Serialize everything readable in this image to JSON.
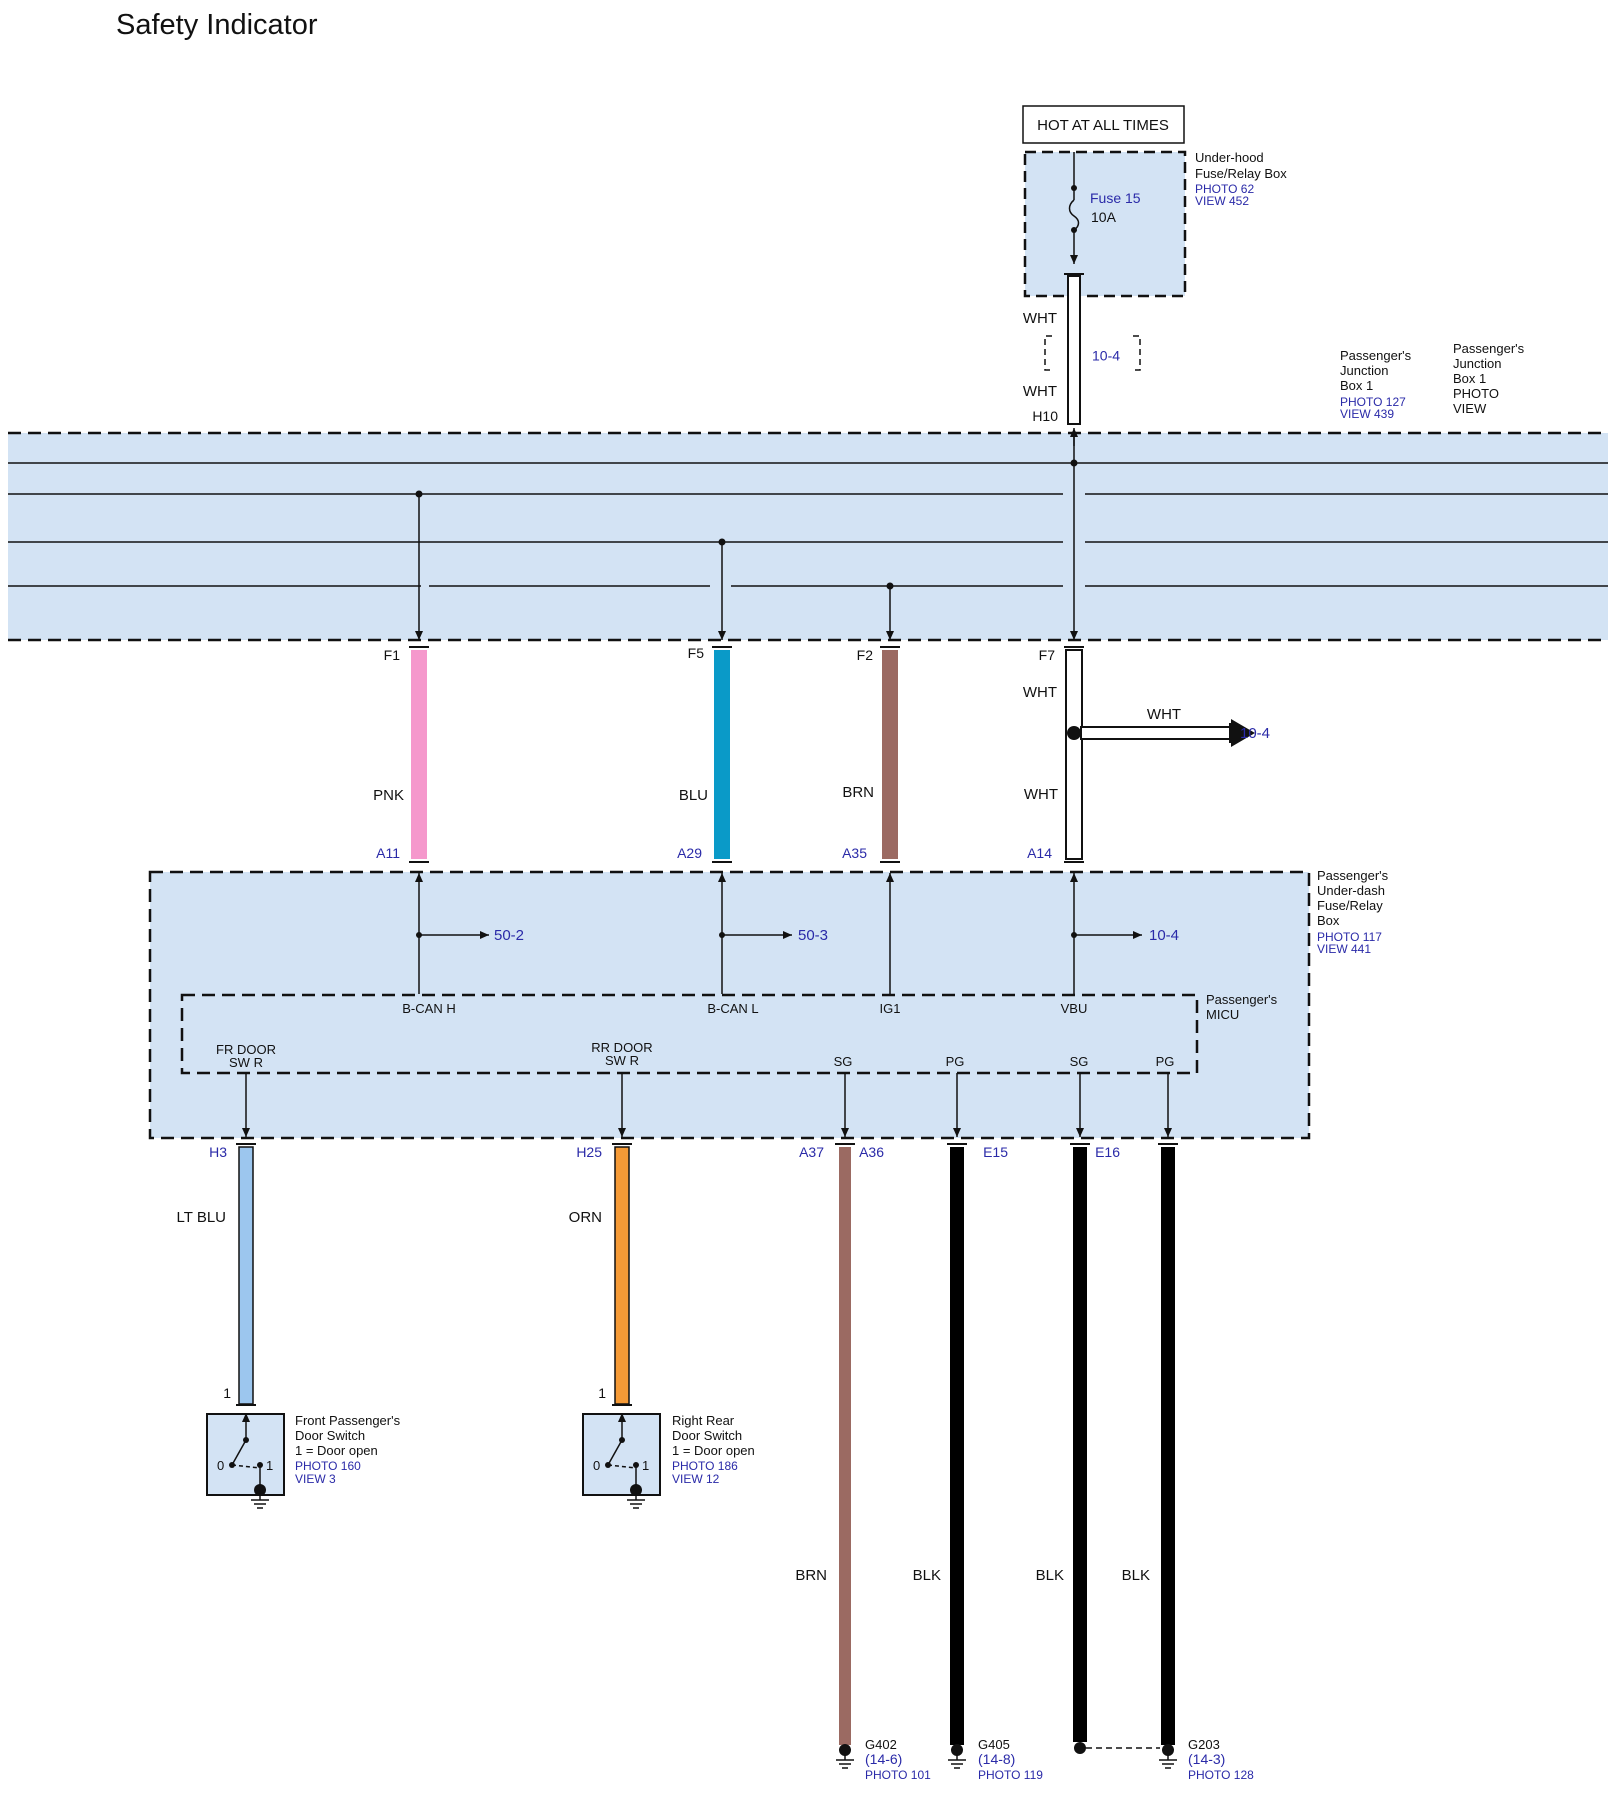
{
  "title": "Safety Indicator",
  "fuse_box": {
    "hot_label": "HOT AT ALL TIMES",
    "name_line1": "Under-hood",
    "name_line2": "Fuse/Relay Box",
    "photo": "PHOTO 62",
    "view": "VIEW 452",
    "fuse_name": "Fuse 15",
    "fuse_rating": "10A"
  },
  "top_wire": {
    "color_upper": "WHT",
    "color_lower": "WHT",
    "connector_ref": "10-4",
    "pin": "H10"
  },
  "junction_box": {
    "label_a": [
      "Passenger's",
      "Junction",
      "Box 1"
    ],
    "photo": "PHOTO 127",
    "view": "VIEW 439",
    "label_b": [
      "Passenger's",
      "Junction",
      "Box 1",
      "PHOTO",
      "VIEW"
    ]
  },
  "jb_pins": [
    "F1",
    "F5",
    "F2",
    "F7"
  ],
  "mid_wires": [
    {
      "color": "PNK",
      "pin_bottom": "A11",
      "hex": "#f598cc"
    },
    {
      "color": "BLU",
      "pin_bottom": "A29",
      "hex": "#0a9ac8"
    },
    {
      "color": "BRN",
      "pin_bottom": "A35",
      "hex": "#9b6a62"
    },
    {
      "color": "WHT",
      "pin_bottom": "A14",
      "hex": "#ffffff"
    }
  ],
  "branch": {
    "color_top": "WHT",
    "color_branch": "WHT",
    "ref": "10-4"
  },
  "underdash_box": {
    "name_line1": "Passenger's",
    "name_line2": "Under-dash",
    "name_line3": "Fuse/Relay",
    "name_line4": "Box",
    "photo": "PHOTO 117",
    "view": "VIEW 441",
    "refs": [
      "50-2",
      "50-3",
      "10-4"
    ]
  },
  "micu": {
    "name_line1": "Passenger's",
    "name_line2": "MICU",
    "top_pins": [
      "B-CAN H",
      "B-CAN L",
      "IG1",
      "VBU"
    ],
    "fr_door": [
      "FR DOOR",
      "SW R"
    ],
    "rr_door": [
      "RR DOOR",
      "SW R"
    ],
    "bottom_pins": [
      "SG",
      "PG",
      "SG",
      "PG"
    ]
  },
  "lower_wires": [
    {
      "pin": "H3",
      "color": "LT BLU",
      "hex": "#9cc6ee"
    },
    {
      "pin": "H25",
      "color": "ORN",
      "hex": "#f59a36"
    },
    {
      "pin": "A37",
      "color": "BRN",
      "hex": "#9b6a62"
    },
    {
      "pin": "A36",
      "color": "BLK",
      "hex": "#000000"
    },
    {
      "pin": "E15",
      "color": "BLK",
      "hex": "#000000"
    },
    {
      "pin": "E16",
      "color": "BLK",
      "hex": "#000000"
    }
  ],
  "switches": [
    {
      "pin": "1",
      "lines": [
        "Front Passenger's",
        "Door Switch",
        "1 = Door open"
      ],
      "photo": "PHOTO 160",
      "view": "VIEW 3",
      "pos0": "0",
      "pos1": "1"
    },
    {
      "pin": "1",
      "lines": [
        "Right Rear",
        "Door Switch",
        "1 = Door open"
      ],
      "photo": "PHOTO 186",
      "view": "VIEW 12",
      "pos0": "0",
      "pos1": "1"
    }
  ],
  "grounds": [
    {
      "name": "G402",
      "ref": "(14-6)",
      "photo": "PHOTO 101"
    },
    {
      "name": "G405",
      "ref": "(14-8)",
      "photo": "PHOTO 119"
    },
    {
      "name": "G203",
      "ref": "(14-3)",
      "photo": "PHOTO 128"
    }
  ]
}
